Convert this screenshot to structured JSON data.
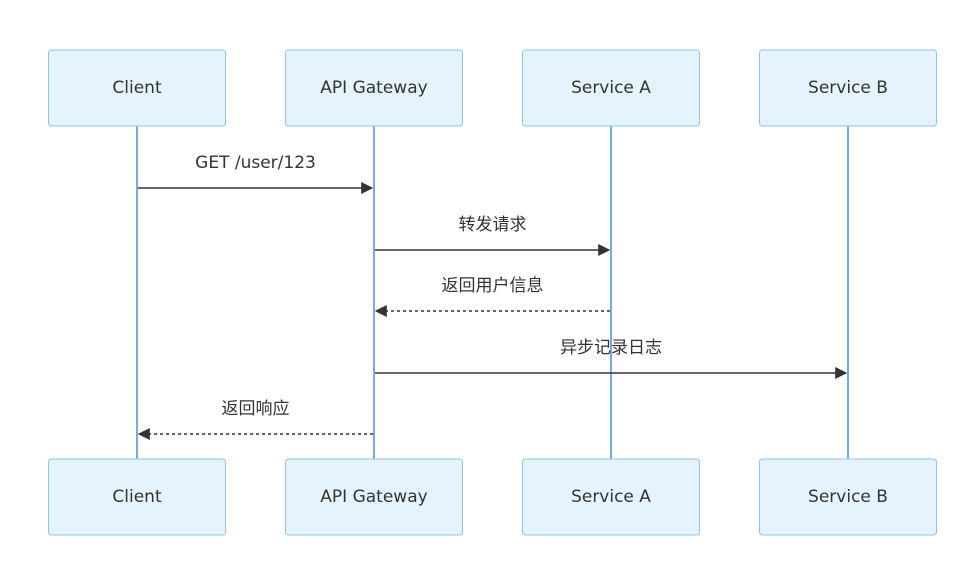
{
  "participants": [
    {
      "id": "client",
      "label": "Client"
    },
    {
      "id": "gateway",
      "label": "API Gateway"
    },
    {
      "id": "serviceA",
      "label": "Service A"
    },
    {
      "id": "serviceB",
      "label": "Service B"
    }
  ],
  "messages": [
    {
      "from": "client",
      "to": "gateway",
      "label": "GET /user/123",
      "style": "solid"
    },
    {
      "from": "gateway",
      "to": "serviceA",
      "label": "转发请求",
      "style": "solid"
    },
    {
      "from": "serviceA",
      "to": "gateway",
      "label": "返回用户信息",
      "style": "dashed"
    },
    {
      "from": "gateway",
      "to": "serviceB",
      "label": "异步记录日志",
      "style": "solid"
    },
    {
      "from": "gateway",
      "to": "client",
      "label": "返回响应",
      "style": "dashed"
    }
  ],
  "colors": {
    "actor_fill": "#e5f3fd",
    "actor_stroke": "#8fc3eb",
    "lifeline": "#7aa8e6",
    "arrow": "#333333",
    "text": "#333333"
  }
}
